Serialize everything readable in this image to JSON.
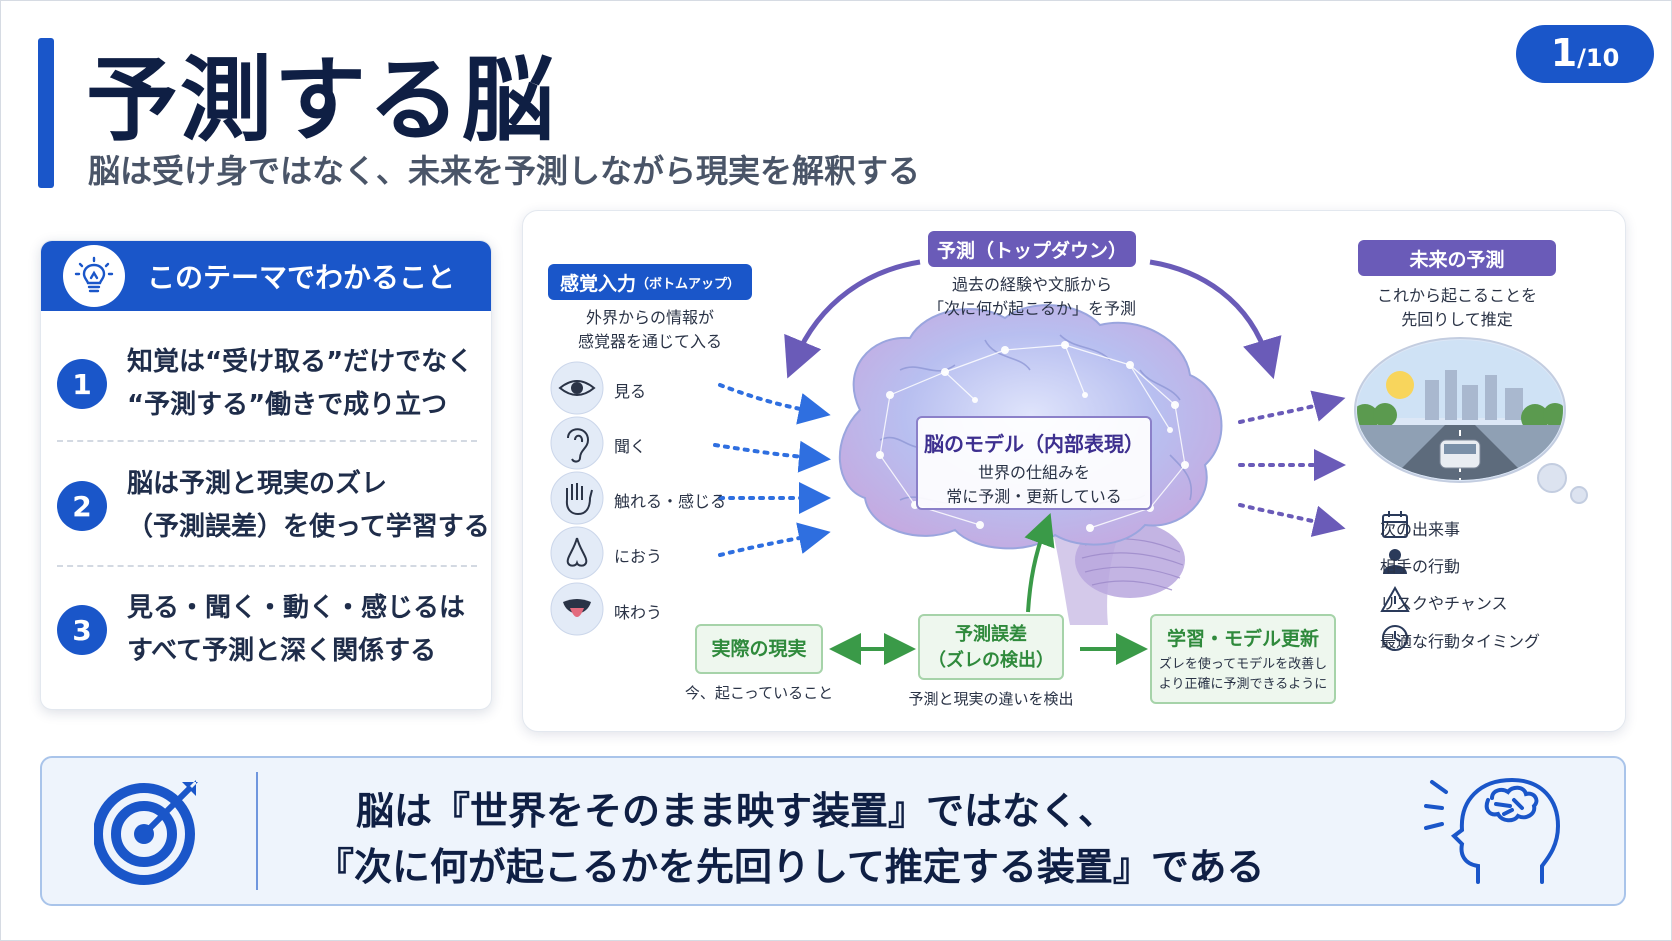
{
  "header": {
    "title": "予測する脳",
    "subtitle": "脳は受け身ではなく、未来を予測しながら現実を解釈する",
    "page_current": "1",
    "page_total": "/10"
  },
  "left_panel": {
    "heading": "このテーマでわかること",
    "icon": "lightbulb-icon",
    "points": [
      {
        "num": "1",
        "line1": "知覚は“受け取る”だけでなく",
        "line2": "“予測する”働きで成り立つ"
      },
      {
        "num": "2",
        "line1": "脳は予測と現実のズレ",
        "line2": "（予測誤差）を使って学習する"
      },
      {
        "num": "3",
        "line1": "見る・聞く・動く・感じるは",
        "line2": "すべて予測と深く関係する"
      }
    ]
  },
  "diagram": {
    "sensory": {
      "label_main": "感覚入力",
      "label_small": "（ボトムアップ）",
      "caption1": "外界からの情報が",
      "caption2": "感覚器を通じて入る",
      "items": [
        {
          "label": "見る",
          "icon": "eye-icon"
        },
        {
          "label": "聞く",
          "icon": "ear-icon"
        },
        {
          "label": "触れる・感じる",
          "icon": "hand-icon"
        },
        {
          "label": "におう",
          "icon": "nose-icon"
        },
        {
          "label": "味わう",
          "icon": "tongue-icon"
        }
      ]
    },
    "topdown": {
      "label": "予測（トップダウン）",
      "caption1": "過去の経験や文脈から",
      "caption2": "「次に何が起こるか」を予測"
    },
    "model": {
      "title": "脳のモデル（内部表現）",
      "caption1": "世界の仕組みを",
      "caption2": "常に予測・更新している"
    },
    "future": {
      "label": "未来の予測",
      "caption1": "これから起こることを",
      "caption2": "先回りして推定",
      "items": [
        {
          "label": "次の出来事",
          "icon": "calendar-icon"
        },
        {
          "label": "相手の行動",
          "icon": "person-icon"
        },
        {
          "label": "リスクやチャンス",
          "icon": "warning-icon"
        },
        {
          "label": "最適な行動タイミング",
          "icon": "clock-icon"
        }
      ]
    },
    "reality": {
      "label": "実際の現実",
      "caption": "今、起こっていること"
    },
    "error": {
      "label1": "予測誤差",
      "label2": "（ズレの検出）",
      "caption": "予測と現実の違いを検出"
    },
    "learning": {
      "label": "学習・モデル更新",
      "caption1": "ズレを使ってモデルを改善し",
      "caption2": "より正確に予測できるように"
    }
  },
  "banner": {
    "line1": "脳は『世界をそのまま映す装置』ではなく、",
    "line2": "『次に何が起こるかを先回りして推定する装置』である",
    "left_icon": "target-icon",
    "right_icon": "head-brain-icon"
  },
  "colors": {
    "primary": "#1a56c9",
    "purple": "#6a5bb8",
    "green": "#3a9a48",
    "title": "#0f1f44"
  }
}
